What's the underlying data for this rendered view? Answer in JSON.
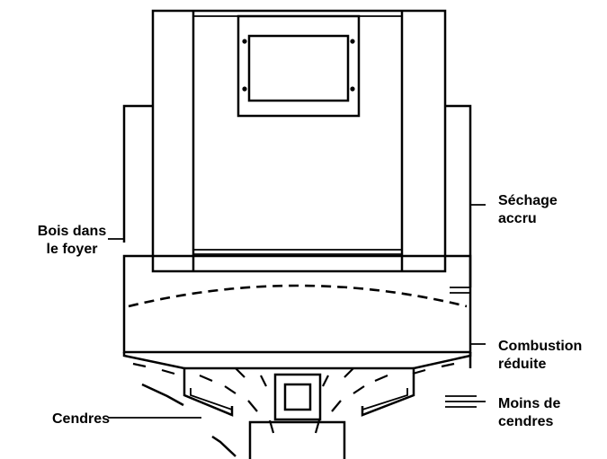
{
  "labels": {
    "wood_line1": "Bois dans",
    "wood_line2": "le foyer",
    "drying_line1": "Séchage",
    "drying_line2": "accru",
    "combustion_line1": "Combustion",
    "combustion_line2": "réduite",
    "less_ash_line1": "Moins de",
    "less_ash_line2": "cendres",
    "ash": "Cendres"
  }
}
